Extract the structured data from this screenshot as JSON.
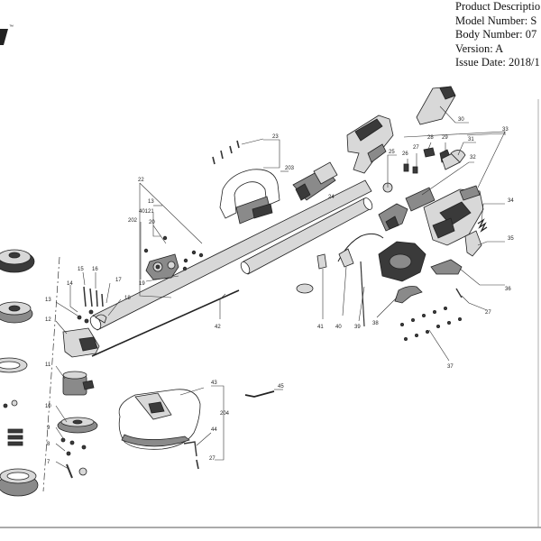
{
  "header": {
    "product_description_label": "Product Descriptio",
    "model_number_label": "Model Number: S",
    "body_number_label": "Body Number: 07",
    "version_label": "Version: A",
    "issue_date_label": "Issue Date: 2018/1"
  },
  "logo": {
    "trademark": "™"
  },
  "callouts": [
    {
      "id": "c1",
      "label": "30"
    },
    {
      "id": "c2",
      "label": "33"
    },
    {
      "id": "c3",
      "label": "23"
    },
    {
      "id": "c4",
      "label": "203"
    },
    {
      "id": "c5",
      "label": "25"
    },
    {
      "id": "c6",
      "label": "26"
    },
    {
      "id": "c7",
      "label": "27"
    },
    {
      "id": "c8",
      "label": "28"
    },
    {
      "id": "c9",
      "label": "29"
    },
    {
      "id": "c10",
      "label": "31"
    },
    {
      "id": "c11",
      "label": "32"
    },
    {
      "id": "c12",
      "label": "24"
    },
    {
      "id": "c13",
      "label": "22"
    },
    {
      "id": "c14",
      "label": "13"
    },
    {
      "id": "c15",
      "label": "21"
    },
    {
      "id": "c16",
      "label": "401"
    },
    {
      "id": "c17",
      "label": "20"
    },
    {
      "id": "c18",
      "label": "202"
    },
    {
      "id": "c19",
      "label": "19"
    },
    {
      "id": "c20",
      "label": "34"
    },
    {
      "id": "c21",
      "label": "35"
    },
    {
      "id": "c22",
      "label": "36"
    },
    {
      "id": "c23",
      "label": "27"
    },
    {
      "id": "c24",
      "label": "37"
    },
    {
      "id": "c25",
      "label": "38"
    },
    {
      "id": "c26",
      "label": "39"
    },
    {
      "id": "c27",
      "label": "40"
    },
    {
      "id": "c28",
      "label": "41"
    },
    {
      "id": "c29",
      "label": "42"
    },
    {
      "id": "c30",
      "label": "15"
    },
    {
      "id": "c31",
      "label": "16"
    },
    {
      "id": "c32",
      "label": "17"
    },
    {
      "id": "c33",
      "label": "14"
    },
    {
      "id": "c34",
      "label": "18"
    },
    {
      "id": "c35",
      "label": "13"
    },
    {
      "id": "c36",
      "label": "12"
    },
    {
      "id": "c37",
      "label": "11"
    },
    {
      "id": "c38",
      "label": "10"
    },
    {
      "id": "c39",
      "label": "9"
    },
    {
      "id": "c40",
      "label": "8"
    },
    {
      "id": "c41",
      "label": "7"
    },
    {
      "id": "c42",
      "label": "43"
    },
    {
      "id": "c43",
      "label": "45"
    },
    {
      "id": "c44",
      "label": "204"
    },
    {
      "id": "c45",
      "label": "44"
    },
    {
      "id": "c46",
      "label": "27"
    }
  ]
}
